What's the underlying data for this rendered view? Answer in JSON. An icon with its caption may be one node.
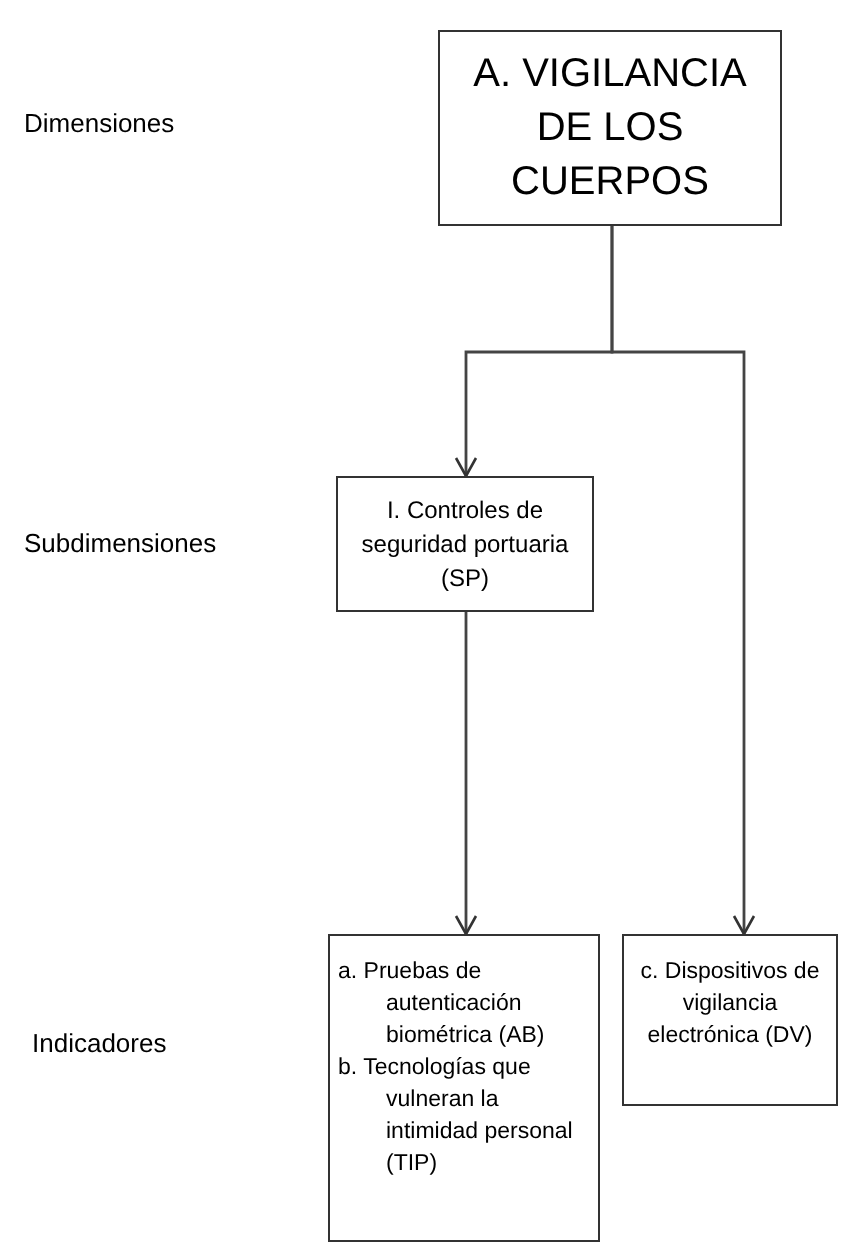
{
  "diagram": {
    "nodes": [
      {
        "text": [
          "A. VIGILANCIA DE LOS CUERPOS"
        ]
      },
      {
        "text": [
          "I. Controles de seguridad portuaria (SP)"
        ]
      },
      {
        "text": [
          "a. Pruebas de autenticación biométrica (AB)",
          "b. Tecnologías que vulneran la intimidad personal (TIP)"
        ]
      },
      {
        "text": [
          "c. Dispositivos de vigilancia electrónica (DV)"
        ]
      }
    ],
    "edges": [
      {
        "from": 0,
        "to": 1,
        "arrow": "to"
      },
      {
        "from": 0,
        "to": 3,
        "arrow": "to"
      },
      {
        "from": 1,
        "to": 2,
        "arrow": "to"
      }
    ],
    "labels": [
      "Dimensiones",
      "Subdimensiones",
      "Indicadores"
    ]
  }
}
